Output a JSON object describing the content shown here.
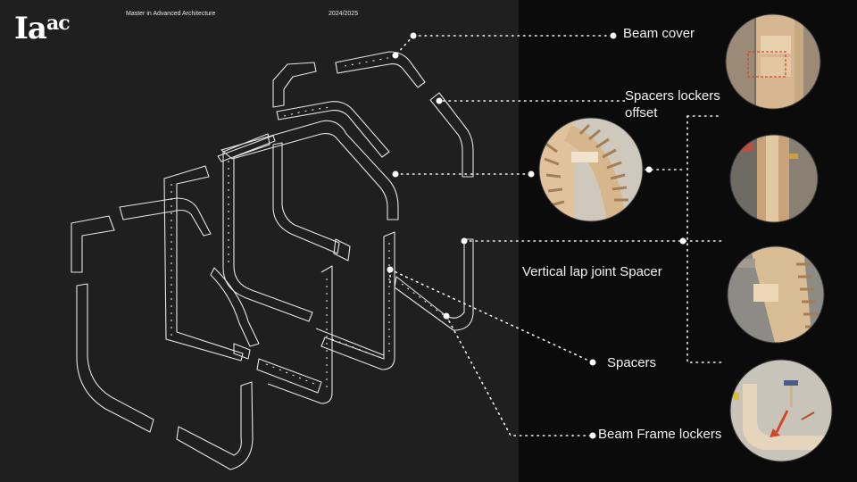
{
  "header": {
    "logo_main": "Ia",
    "logo_sup": "ac",
    "program": "Master in Advanced Architecture",
    "year": "2024/2025"
  },
  "labels": {
    "beam_cover": "Beam cover",
    "spacers_lockers_line1": "Spacers lockers",
    "spacers_lockers_line2": "offset",
    "vertical_lap": "Vertical lap  joint Spacer",
    "spacers": "Spacers",
    "beam_frame_lockers": "Beam Frame lockers"
  },
  "photos": [
    {
      "name": "photo-beam-cover",
      "colors": [
        "#9a8a76",
        "#d6b791",
        "#e9d1ad",
        "#b9a58c"
      ]
    },
    {
      "name": "photo-spacers-lockers",
      "colors": [
        "#cfc8bd",
        "#e0c39c",
        "#b6946b",
        "#9a9285"
      ]
    },
    {
      "name": "photo-slot-detail",
      "colors": [
        "#6e6a64",
        "#caa37a",
        "#e0c8a3",
        "#8a7f73"
      ]
    },
    {
      "name": "photo-lap-joint",
      "colors": [
        "#8d8b86",
        "#d9bd95",
        "#ecd7b6",
        "#a39b90"
      ]
    },
    {
      "name": "photo-spacer-assembly",
      "colors": [
        "#a6a094",
        "#d8b993",
        "#b8916a",
        "#7f7a70"
      ]
    },
    {
      "name": "photo-frame-locker-tools",
      "colors": [
        "#c9c4ba",
        "#e6d5bd",
        "#d7b58b",
        "#b74a2f"
      ]
    }
  ],
  "colors": {
    "panel_left": "#1f1f1f",
    "panel_right": "#0b0b0b",
    "line": "#e6e6e6",
    "accent_red": "#d2462a"
  }
}
